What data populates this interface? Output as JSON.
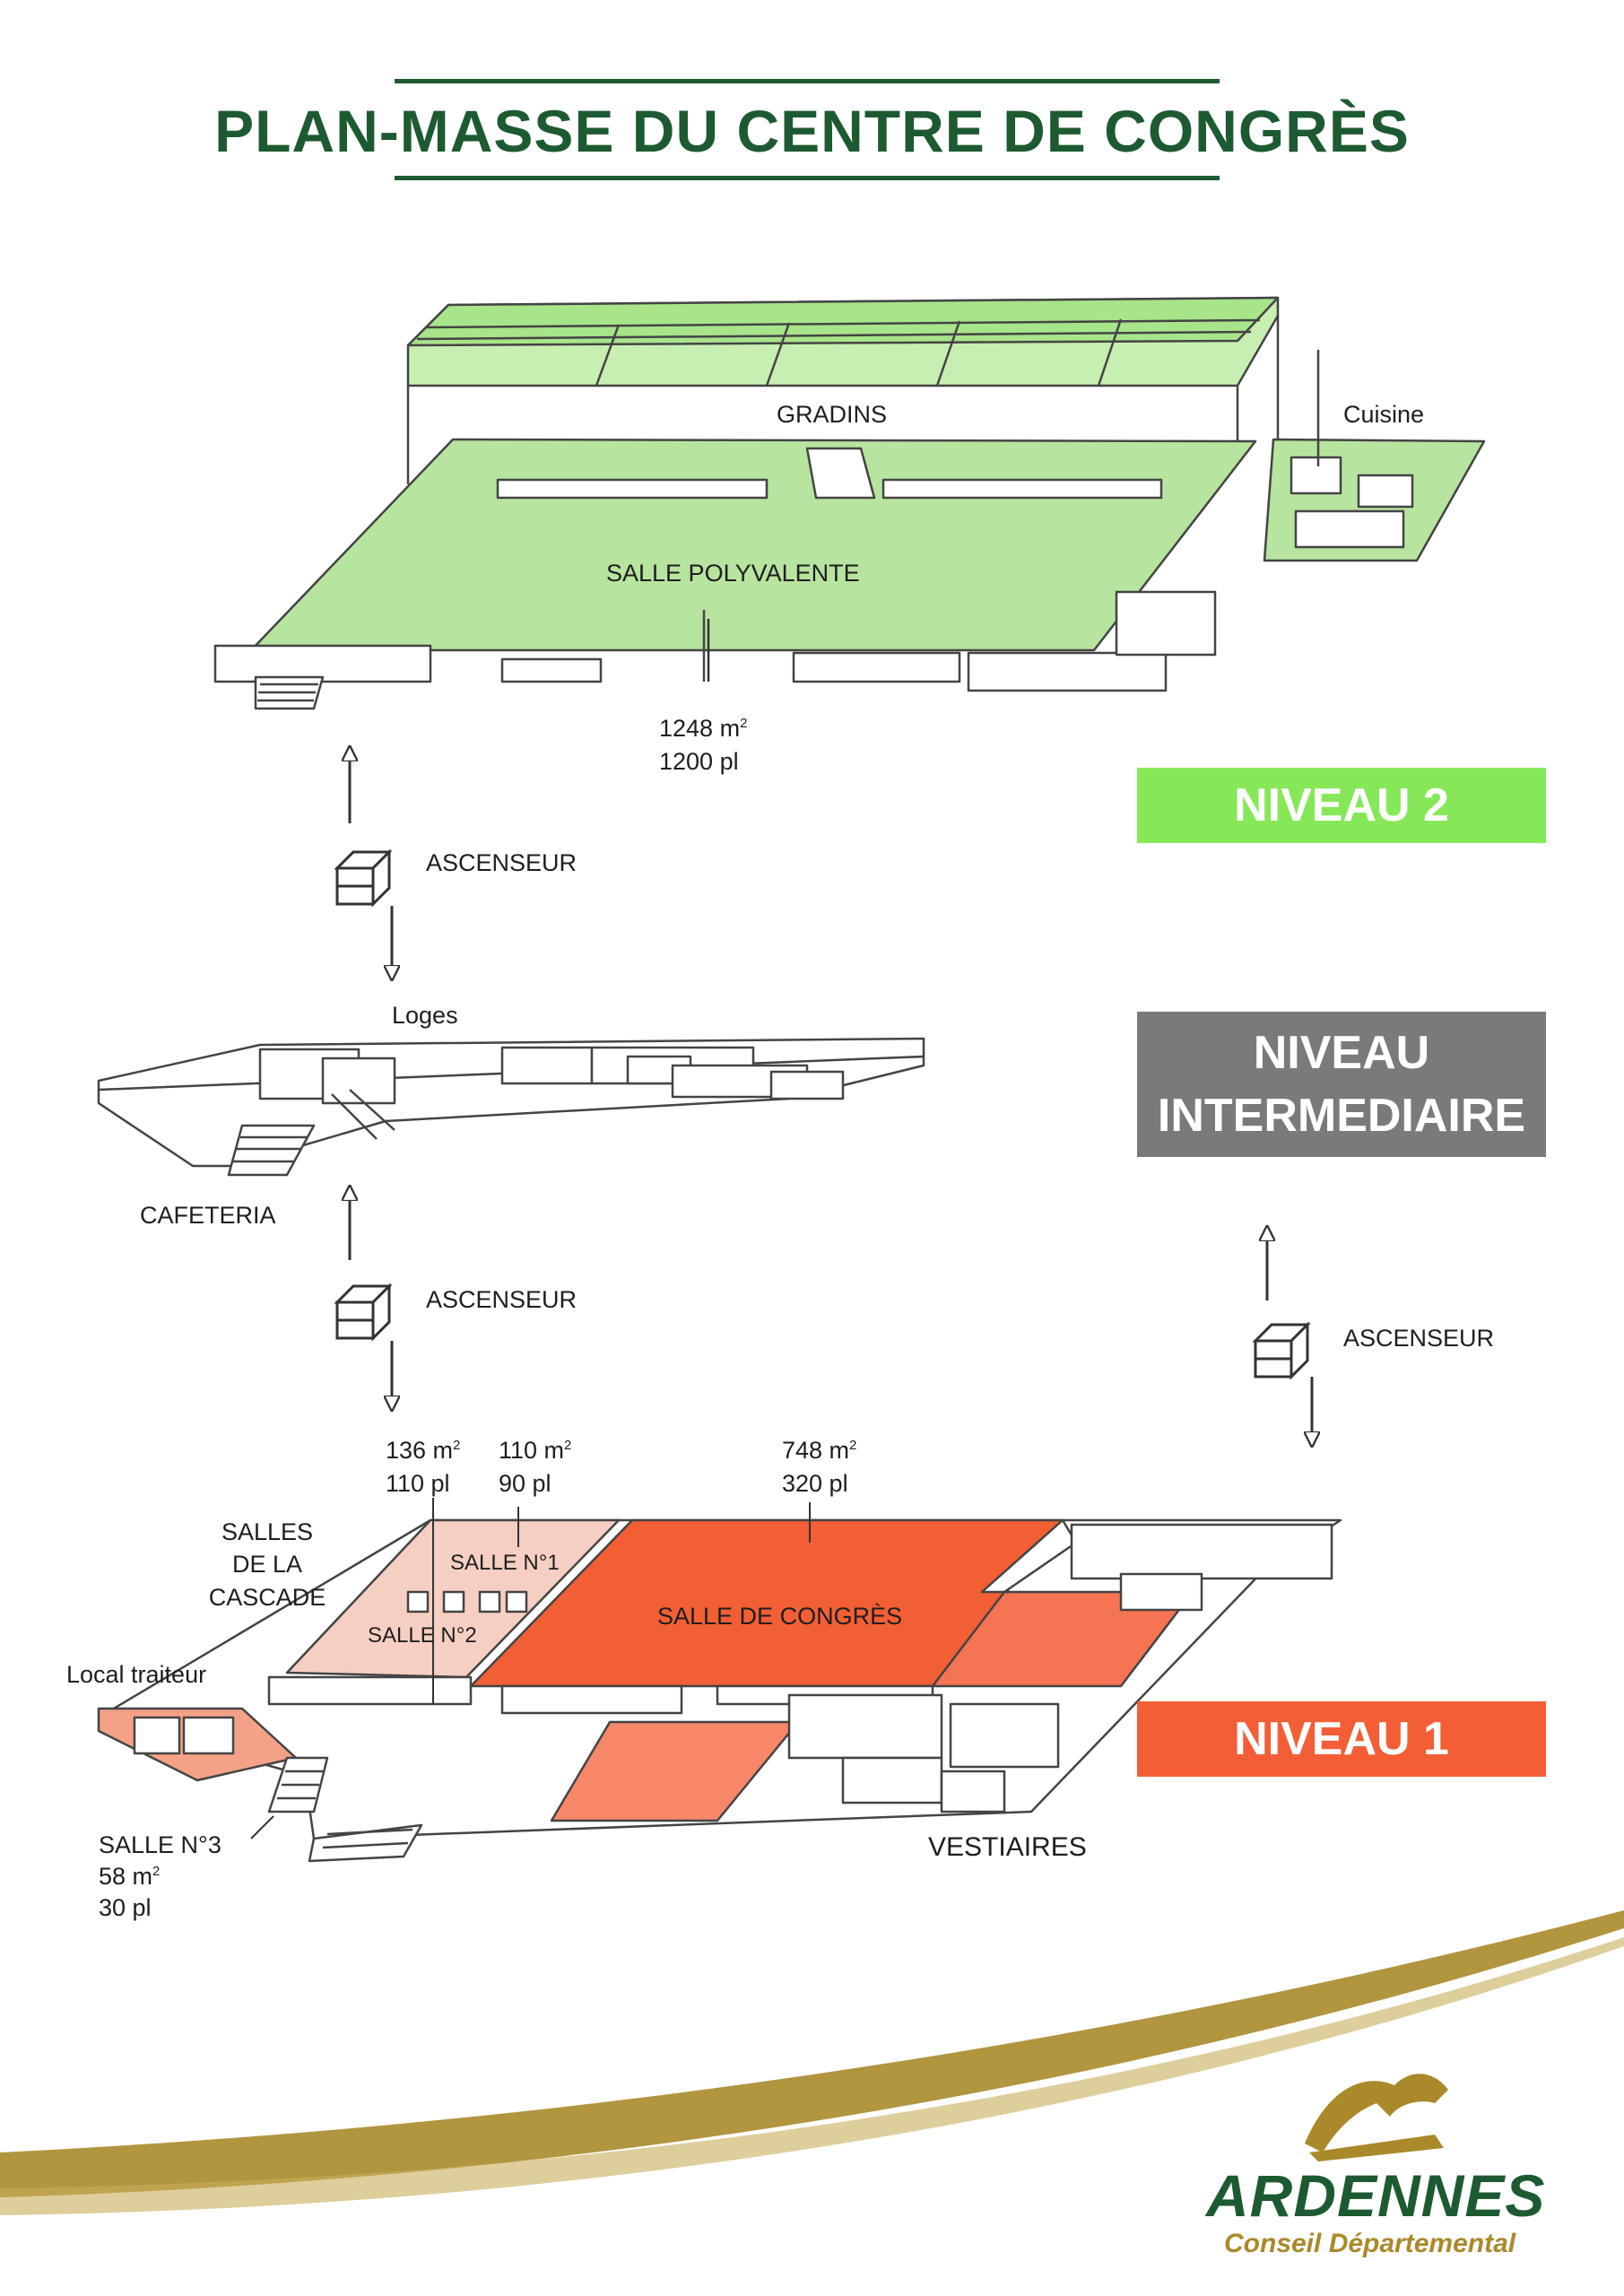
{
  "title": "PLAN-MASSE DU CENTRE DE CONGRÈS",
  "colors": {
    "title_green": "#1d5a31",
    "level2_green": "#86e858",
    "intermediate_gray": "#7a7a7a",
    "level1_orange": "#f35e36",
    "floor_green": "#b7e49f",
    "floor_orange": "#f25f35",
    "floor_pink": "#f6cfc3",
    "logo_gold": "#a9892a"
  },
  "levels": {
    "level2": "NIVEAU 2",
    "intermediate_line1": "NIVEAU",
    "intermediate_line2": "INTERMEDIAIRE",
    "level1": "NIVEAU 1"
  },
  "level2_plan": {
    "gradins": "GRADINS",
    "cuisine": "Cuisine",
    "salle": "SALLE POLYVALENTE",
    "area": "1248 m",
    "capacity": "1200 pl"
  },
  "elevators": {
    "label": "ASCENSEUR",
    "icon": "elevator-icon"
  },
  "intermediate_plan": {
    "loges": "Loges",
    "cafeteria": "CAFETERIA"
  },
  "level1_plan": {
    "salle1_area": "136 m",
    "salle1_capacity": "110 pl",
    "salle2_area": "110 m",
    "salle2_capacity": "90 pl",
    "congres_area": "748 m",
    "congres_capacity": "320 pl",
    "cascade_line1": "SALLES",
    "cascade_line2": "DE LA",
    "cascade_line3": "CASCADE",
    "salle_n1": "SALLE N°1",
    "salle_n2": "SALLE N°2",
    "salle_congres": "SALLE DE CONGRÈS",
    "local_traiteur": "Local traiteur",
    "salle3": "SALLE N°3",
    "salle3_area": "58 m",
    "salle3_capacity": "30 pl",
    "vestiaires": "VESTIAIRES",
    "superscript": "2"
  },
  "logo": {
    "name": "ARDENNES",
    "subtitle": "Conseil Départemental"
  }
}
